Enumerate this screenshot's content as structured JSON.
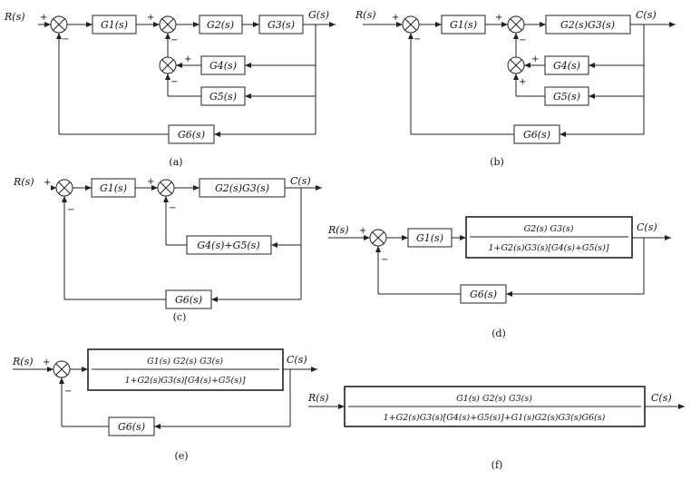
{
  "diagram_a": {
    "input": "R(s)",
    "output": "G(s)",
    "g1": "G1(s)",
    "g2": "G2(s)",
    "g3": "G3(s)",
    "g4": "G4(s)",
    "g5": "G5(s)",
    "g6": "G6(s)",
    "sign_in": "+",
    "sign_fb": "−",
    "sign_mid_in": "+",
    "sign_mid_fb": "−",
    "sign_inner_in": "+",
    "sign_inner_fb": "−",
    "caption": "(a)"
  },
  "diagram_b": {
    "input": "R(s)",
    "output": "C(s)",
    "g1": "G1(s)",
    "g23": "G2(s)G3(s)",
    "g4": "G4(s)",
    "g5": "G5(s)",
    "g6": "G6(s)",
    "sign_in": "+",
    "sign_fb": "−",
    "sign_mid_in": "+",
    "sign_mid_fb": "−",
    "sign_inner_top": "+",
    "sign_inner_bottom": "+",
    "caption": "(b)"
  },
  "diagram_c": {
    "input": "R(s)",
    "output": "C(s)",
    "g1": "G1(s)",
    "g23": "G2(s)G3(s)",
    "g45": "G4(s)+G5(s)",
    "g6": "G6(s)",
    "sign_in": "+",
    "sign_fb": "−",
    "sign_mid_in": "+",
    "sign_mid_fb": "−",
    "caption": "(c)"
  },
  "diagram_d": {
    "input": "R(s)",
    "output": "C(s)",
    "g1": "G1(s)",
    "num": "G2(s) G3(s)",
    "den": "1+G2(s)G3(s)[G4(s)+G5(s)]",
    "g6": "G6(s)",
    "sign_in": "+",
    "sign_fb": "−",
    "caption": "(d)"
  },
  "diagram_e": {
    "input": "R(s)",
    "output": "C(s)",
    "num": "G1(s) G2(s) G3(s)",
    "den": "1+G2(s)G3(s)[G4(s)+G5(s)]",
    "g6": "G6(s)",
    "sign_in": "+",
    "sign_fb": "−",
    "caption": "(e)"
  },
  "diagram_f": {
    "input": "R(s)",
    "output": "C(s)",
    "num": "G1(s) G2(s) G3(s)",
    "den": "1+G2(s)G3(s)[G4(s)+G5(s)]+G1(s)G2(s)G3(s)G6(s)",
    "caption": "(f)"
  }
}
